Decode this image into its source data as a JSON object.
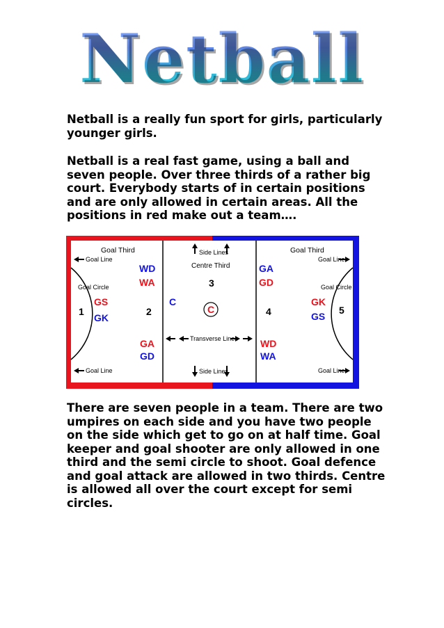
{
  "title": "Netball",
  "paragraphs": {
    "intro": "Netball is a really fun sport for girls, particularly younger girls.",
    "game": "Netball is a real fast game, using a ball and seven people. Over three thirds of a rather big court. Everybody starts of in certain positions and are only allowed in certain areas. All the positions in red make out a team….",
    "rules": "There are seven people in a team. There are two umpires on each side and you have two people on the side which get to go on at half time. Goal keeper and goal shooter are only allowed in one third and the semi circle to shoot. Goal defence and goal attack are allowed in two thirds.  Centre is allowed all over the court except for semi circles."
  },
  "court": {
    "colors": {
      "red_team": "#e8141e",
      "blue_team": "#1414e0",
      "lines": "#000000"
    },
    "labels": {
      "goal_third_left": "Goal Third",
      "goal_third_right": "Goal Third",
      "centre_third": "Centre Third",
      "side_lines_top": "Side Lines",
      "side_lines_bottom": "Side Lines",
      "goal_line_tl": "Goal Line",
      "goal_line_tr": "Goal Line",
      "goal_line_bl": "Goal Line",
      "goal_line_br": "Goal Line",
      "goal_circle_left": "Goal Circle",
      "goal_circle_right": "Goal Circle",
      "transverse_lines": "Transverse Lines"
    },
    "zones": {
      "z1": "1",
      "z2": "2",
      "z3": "3",
      "z4": "4",
      "z5": "5"
    },
    "positions": {
      "wd_left": "WD",
      "wa_left": "WA",
      "gs": "GS",
      "gk_left": "GK",
      "ga_left": "GA",
      "gd_left": "GD",
      "c_left": "C",
      "c_centre": "C",
      "ga_right": "GA",
      "gd_right": "GD",
      "gk_right": "GK",
      "gs_right": "GS",
      "wd_right": "WD",
      "wa_right": "WA"
    }
  }
}
